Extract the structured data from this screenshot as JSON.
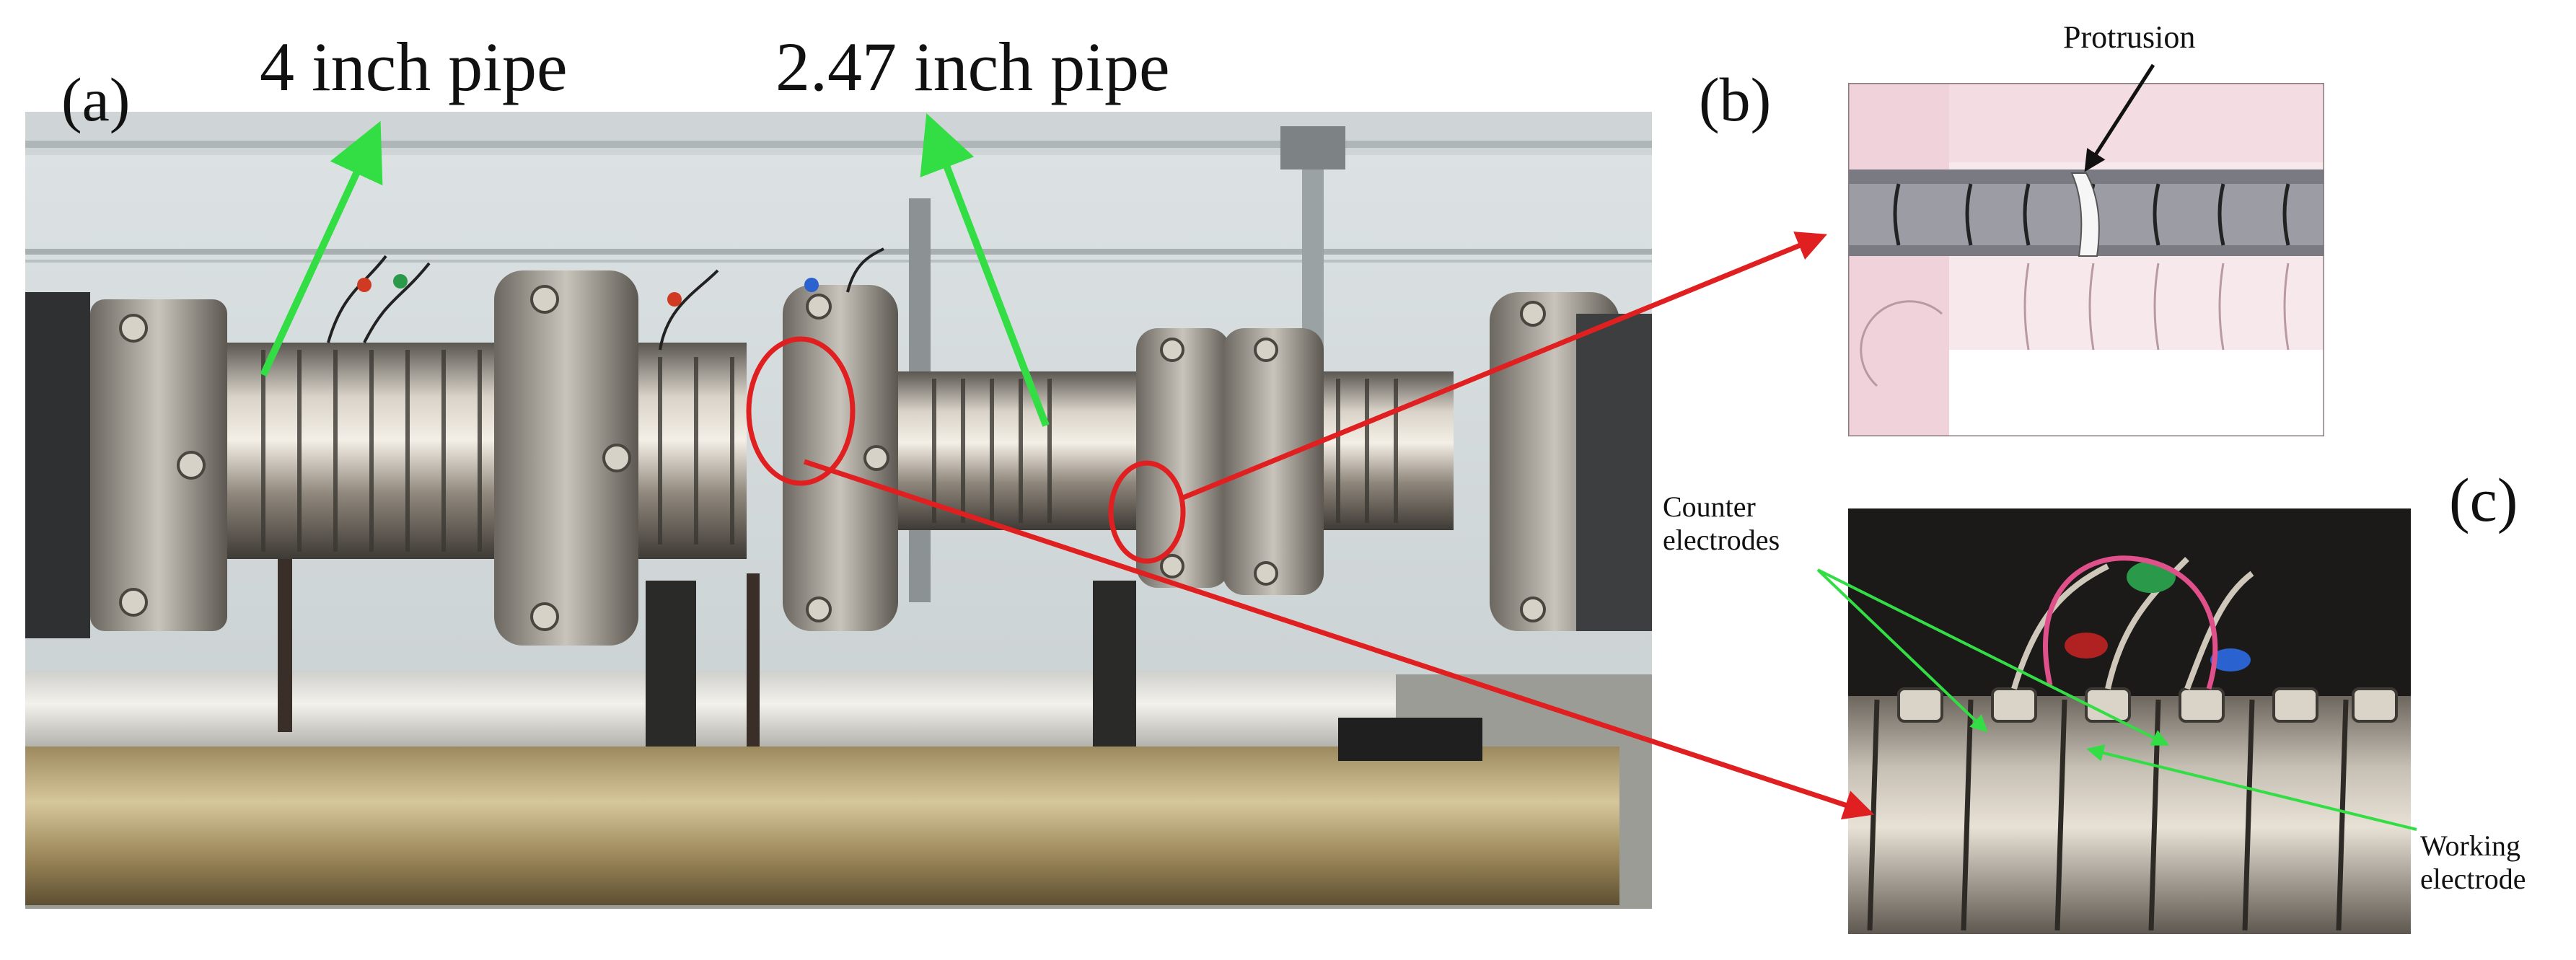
{
  "figure": {
    "panel_a": {
      "letter": "(a)",
      "label_4in": "4 inch pipe",
      "label_247in": "2.47 inch pipe"
    },
    "panel_b": {
      "letter": "(b)",
      "protrusion_label": "Protrusion"
    },
    "panel_c": {
      "letter": "(c)",
      "counter_label_line1": "Counter",
      "counter_label_line2": "electrodes",
      "working_label_line1": "Working",
      "working_label_line2": "electrode"
    }
  },
  "colors": {
    "green_arrow": "#33dd44",
    "red_arrow": "#e02020",
    "magenta_loop": "#e0508a"
  }
}
